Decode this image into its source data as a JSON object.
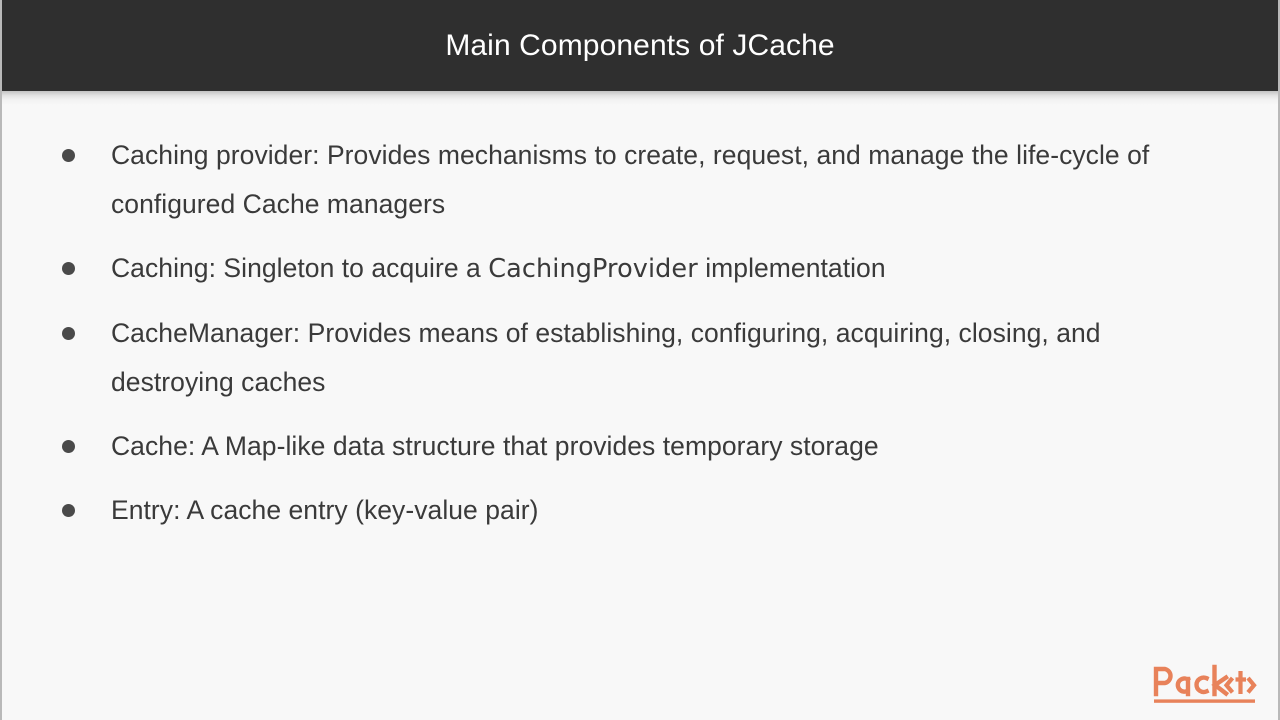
{
  "header": {
    "title": "Main Components of JCache",
    "background_color": "#2f2f2f",
    "text_color": "#ffffff"
  },
  "slide": {
    "background_color": "#f8f8f8",
    "text_color": "#3a3a3a",
    "bullet_color": "#4a4a4a"
  },
  "content": {
    "bullets": [
      {
        "lead": "Caching provider: ",
        "rest": "Provides mechanisms to create, request, and manage the life-cycle of configured Cache managers",
        "full_text": "Caching provider: Provides mechanisms to create, request, and manage the life-cycle of configured Cache managers"
      },
      {
        "lead": "Caching: Singleton to acquire a ",
        "code": "CachingProvider",
        "rest": " implementation",
        "full_text": "Caching: Singleton to acquire a CachingProvider implementation"
      },
      {
        "lead": "CacheManager: ",
        "rest": "Provides means of establishing, configuring, acquiring, closing, and destroying caches",
        "full_text": "CacheManager: Provides means of establishing, configuring, acquiring, closing, and destroying caches"
      },
      {
        "lead": "Cache: ",
        "rest": "A Map-like data structure that provides temporary storage",
        "full_text": "Cache: A Map-like data structure that provides temporary storage"
      },
      {
        "lead": "Entry: ",
        "rest": "A cache entry (key-value pair)",
        "full_text": "Entry: A cache entry (key-value pair)"
      }
    ]
  },
  "branding": {
    "logo_name": "Packt",
    "logo_wordmark": "Packt",
    "logo_color": "#e8825a"
  }
}
